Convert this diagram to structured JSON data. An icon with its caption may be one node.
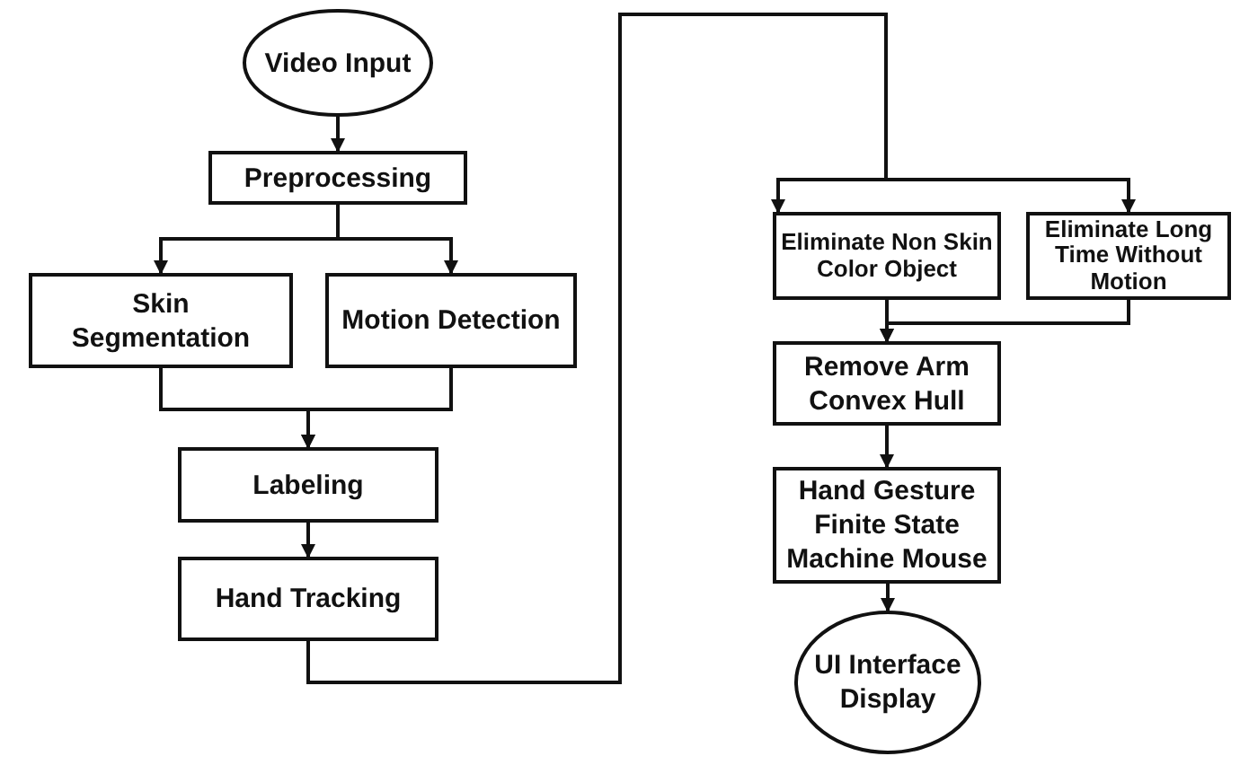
{
  "diagram": {
    "nodes": [
      {
        "text": [
          "Video Input"
        ]
      },
      {
        "text": [
          "Preprocessing"
        ]
      },
      {
        "text": [
          "Skin Segmentation"
        ]
      },
      {
        "text": [
          "Motion Detection"
        ]
      },
      {
        "text": [
          "Labeling"
        ]
      },
      {
        "text": [
          "Hand Tracking"
        ]
      },
      {
        "text": [
          "Eliminate Non Skin Color Object"
        ]
      },
      {
        "text": [
          "Eliminate Long Time Without Motion"
        ]
      },
      {
        "text": [
          "Remove Arm Convex Hull"
        ]
      },
      {
        "text": [
          "Hand Gesture Finite State Machine Mouse"
        ]
      },
      {
        "text": [
          "UI Interface Display"
        ]
      }
    ],
    "edges": [
      {
        "from": 0,
        "to": 1,
        "arrow": "to"
      },
      {
        "from": 1,
        "to": 2,
        "arrow": "to"
      },
      {
        "from": 1,
        "to": 3,
        "arrow": "to"
      },
      {
        "from": 2,
        "to": 4,
        "arrow": "to"
      },
      {
        "from": 3,
        "to": 4,
        "arrow": "to"
      },
      {
        "from": 4,
        "to": 5,
        "arrow": "to"
      },
      {
        "from": 5,
        "to": 6,
        "arrow": "to"
      },
      {
        "from": 5,
        "to": 7,
        "arrow": "to"
      },
      {
        "from": 6,
        "to": 8,
        "arrow": "to"
      },
      {
        "from": 7,
        "to": 8,
        "arrow": "to"
      },
      {
        "from": 8,
        "to": 9,
        "arrow": "to"
      },
      {
        "from": 9,
        "to": 10,
        "arrow": "to"
      }
    ]
  }
}
